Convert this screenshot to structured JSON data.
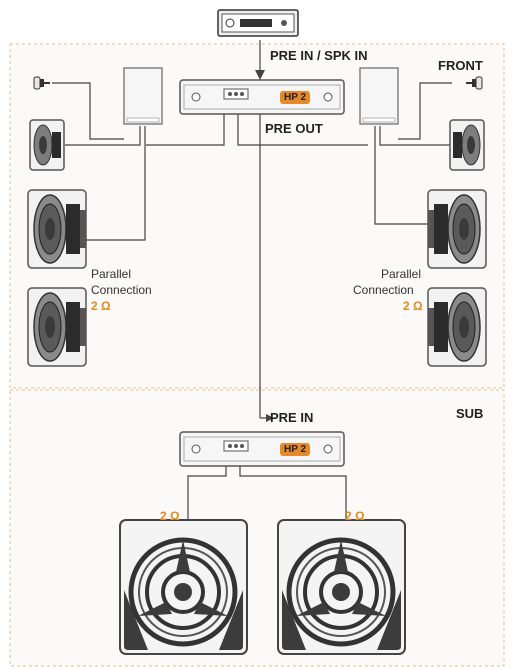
{
  "labels": {
    "pre_in_spk_in": "PRE IN / SPK IN",
    "front": "FRONT",
    "pre_out": "PRE OUT",
    "sub": "SUB",
    "pre_in": "PRE IN",
    "left_parallel": "Parallel",
    "left_connection": "Connection",
    "left_ohm": "2 Ω",
    "right_parallel": "Parallel",
    "right_connection": "Connection",
    "right_ohm": "2 Ω",
    "sub_left_ohm": "2 Ω",
    "sub_right_ohm": "2 Ω"
  },
  "amplifiers": [
    {
      "model": "HP 2"
    },
    {
      "model": "HP 2"
    }
  ],
  "colors": {
    "accent": "#e5892a",
    "zone_border": "#e8c9a0",
    "zone_fill": "#fbfaf8",
    "line": "#444444"
  }
}
